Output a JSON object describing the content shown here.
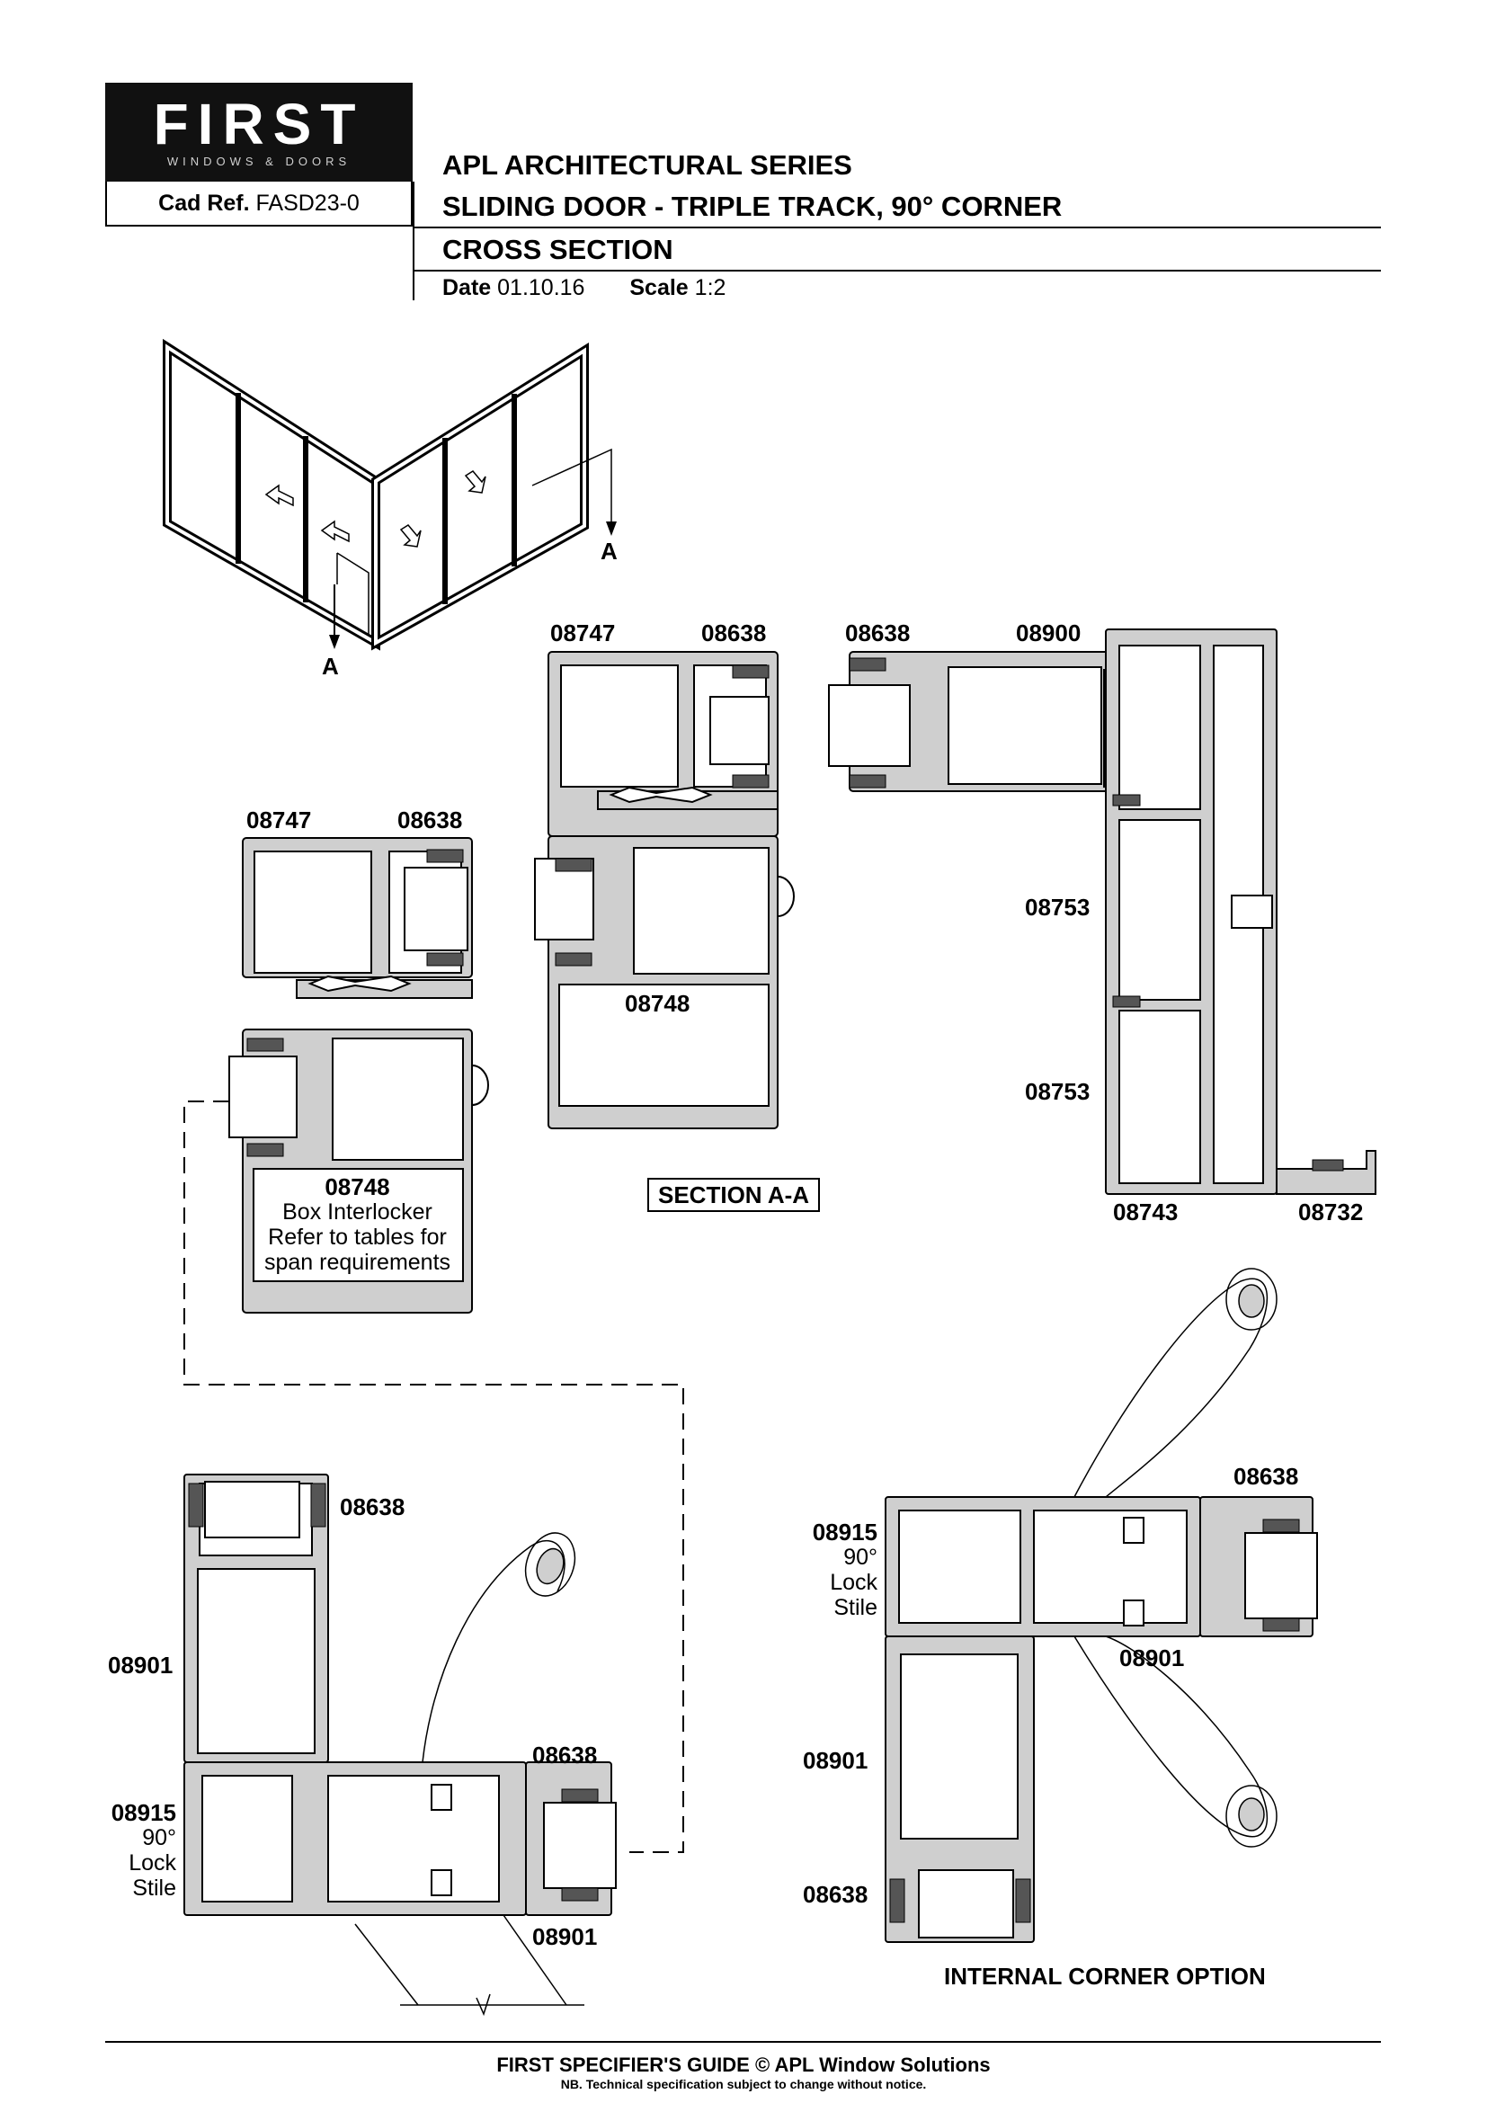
{
  "logo": {
    "wordmark": "FIRST",
    "subtitle": "WINDOWS & DOORS"
  },
  "header": {
    "cad_ref_label": "Cad Ref.",
    "cad_ref_value": "FASD23-0",
    "series": "APL ARCHITECTURAL SERIES",
    "product": "SLIDING DOOR - TRIPLE TRACK, 90° CORNER",
    "view": "CROSS SECTION",
    "date_label": "Date",
    "date_value": "01.10.16",
    "scale_label": "Scale",
    "scale_value": "1:2"
  },
  "isometric": {
    "section_marker_left": "A",
    "section_marker_right": "A"
  },
  "section_aa": {
    "title": "SECTION A-A",
    "upper_left_labels": [
      "08747",
      "08638"
    ],
    "upper_right_labels": [
      "08638",
      "08900"
    ],
    "middle_label": "08748",
    "left_labels": [
      "08747",
      "08638"
    ],
    "frame_labels": [
      "08753",
      "08753"
    ],
    "bottom_labels": [
      "08743",
      "08732"
    ],
    "box_interlocker": {
      "code": "08748",
      "line1": "Box Interlocker",
      "line2": "Refer to tables for",
      "line3": "span requirements"
    }
  },
  "external_corner": {
    "label_top": "08638",
    "label_left": "08901",
    "label_mid": "08638",
    "lock_stile_code": "08915",
    "lock_stile_l1": "90°",
    "lock_stile_l2": "Lock",
    "lock_stile_l3": "Stile",
    "label_bottom": "08901"
  },
  "internal_corner": {
    "title": "INTERNAL CORNER OPTION",
    "label_top": "08638",
    "lock_stile_code": "08915",
    "lock_stile_l1": "90°",
    "lock_stile_l2": "Lock",
    "lock_stile_l3": "Stile",
    "label_mid": "08901",
    "label_left": "08901",
    "label_bottom": "08638"
  },
  "footer": {
    "guide": "FIRST SPECIFIER'S GUIDE  © APL Window Solutions",
    "note": "NB. Technical specification subject to change without notice."
  }
}
